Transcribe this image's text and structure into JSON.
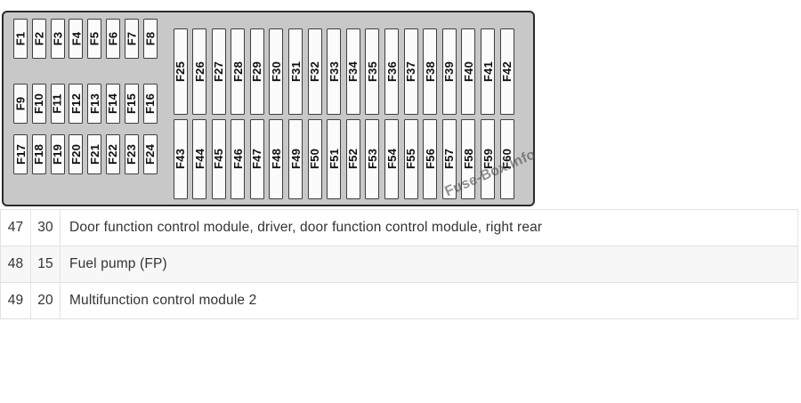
{
  "diagram": {
    "watermark": "Fuse-Box.info",
    "fuse_groups": [
      {
        "name": "small-row-1",
        "size": "small",
        "labels": [
          "F1",
          "F2",
          "F3",
          "F4",
          "F5",
          "F6",
          "F7",
          "F8"
        ]
      },
      {
        "name": "small-row-2",
        "size": "small",
        "labels": [
          "F9",
          "F10",
          "F11",
          "F12",
          "F13",
          "F14",
          "F15",
          "F16"
        ]
      },
      {
        "name": "small-row-3",
        "size": "small",
        "labels": [
          "F17",
          "F18",
          "F19",
          "F20",
          "F21",
          "F22",
          "F23",
          "F24"
        ]
      },
      {
        "name": "large-row-1",
        "size": "large",
        "labels": [
          "F25",
          "F26",
          "F27",
          "F28",
          "F29",
          "F30",
          "F31",
          "F32",
          "F33",
          "F34",
          "F35",
          "F36",
          "F37",
          "F38",
          "F39",
          "F40",
          "F41",
          "F42"
        ]
      },
      {
        "name": "large-row-2",
        "size": "large",
        "labels": [
          "F43",
          "F44",
          "F45",
          "F46",
          "F47",
          "F48",
          "F49",
          "F50",
          "F51",
          "F52",
          "F53",
          "F54",
          "F55",
          "F56",
          "F57",
          "F58",
          "F59",
          "F60"
        ]
      }
    ]
  },
  "table": {
    "rows": [
      {
        "fuse": "47",
        "amps": "30",
        "description": "Door function control module, driver, door function control module, right rear"
      },
      {
        "fuse": "48",
        "amps": "15",
        "description": "Fuel pump (FP)"
      },
      {
        "fuse": "49",
        "amps": "20",
        "description": "Multifunction control module 2"
      }
    ]
  },
  "colors": {
    "panel_fill": "#c8c8c8",
    "panel_border": "#2a2a2a",
    "fuse_fill": "#fbfbfb",
    "fuse_border": "#3c3c3c",
    "table_line": "#e2e2e2",
    "alt_row_bg": "#f7f7f7",
    "text": "#333333"
  }
}
